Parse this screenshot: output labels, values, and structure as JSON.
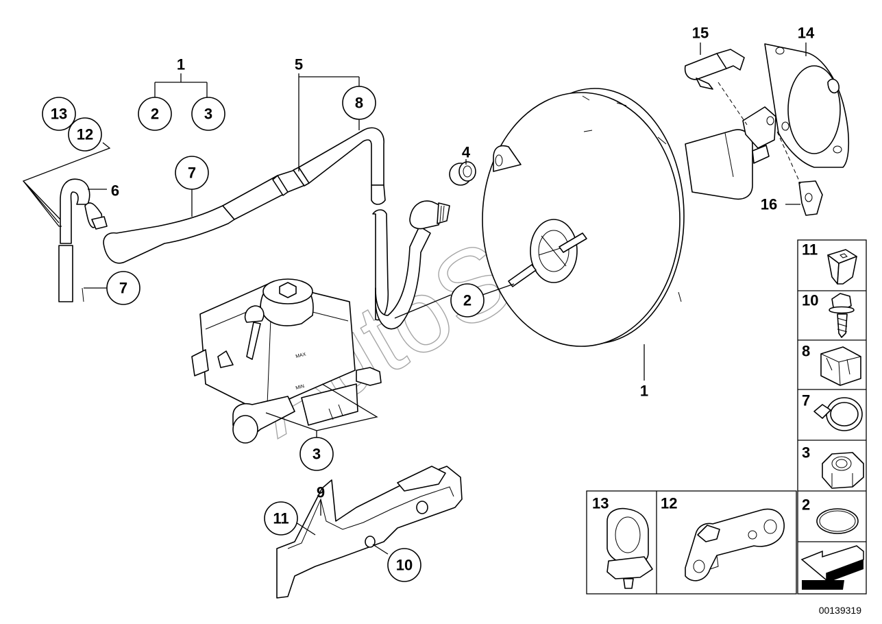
{
  "diagram_id": "00139319",
  "watermark": "AutoSoft",
  "reservoir_labels": {
    "max": "MAX",
    "min": "MIN"
  },
  "callouts": [
    {
      "id": "c13a",
      "text": "13"
    },
    {
      "id": "c12a",
      "text": "12"
    },
    {
      "id": "c6",
      "text": "6"
    },
    {
      "id": "c7a",
      "text": "7"
    },
    {
      "id": "c7b",
      "text": "7"
    },
    {
      "id": "c1top",
      "text": "1"
    },
    {
      "id": "c2top",
      "text": "2"
    },
    {
      "id": "c3top",
      "text": "3"
    },
    {
      "id": "c5",
      "text": "5"
    },
    {
      "id": "c8",
      "text": "8"
    },
    {
      "id": "c4",
      "text": "4"
    },
    {
      "id": "c2mid",
      "text": "2"
    },
    {
      "id": "c3low",
      "text": "3"
    },
    {
      "id": "c9",
      "text": "9"
    },
    {
      "id": "c11",
      "text": "11"
    },
    {
      "id": "c10",
      "text": "10"
    },
    {
      "id": "c1low",
      "text": "1"
    },
    {
      "id": "c15",
      "text": "15"
    },
    {
      "id": "c14",
      "text": "14"
    },
    {
      "id": "c16",
      "text": "16"
    }
  ],
  "legend": [
    {
      "id": "l11",
      "text": "11",
      "icon": "expanding-nut-icon"
    },
    {
      "id": "l10",
      "text": "10",
      "icon": "hex-collar-screw-icon"
    },
    {
      "id": "l8",
      "text": "8",
      "icon": "grommet-icon"
    },
    {
      "id": "l7",
      "text": "7",
      "icon": "hose-clamp-icon"
    },
    {
      "id": "l3",
      "text": "3",
      "icon": "hex-nut-icon"
    },
    {
      "id": "l2",
      "text": "2",
      "icon": "o-ring-icon"
    },
    {
      "id": "l13",
      "text": "13",
      "icon": "clip-icon"
    },
    {
      "id": "l12",
      "text": "12",
      "icon": "bracket-plate-icon"
    },
    {
      "id": "larrow",
      "text": "",
      "icon": "direction-arrow-icon"
    }
  ]
}
